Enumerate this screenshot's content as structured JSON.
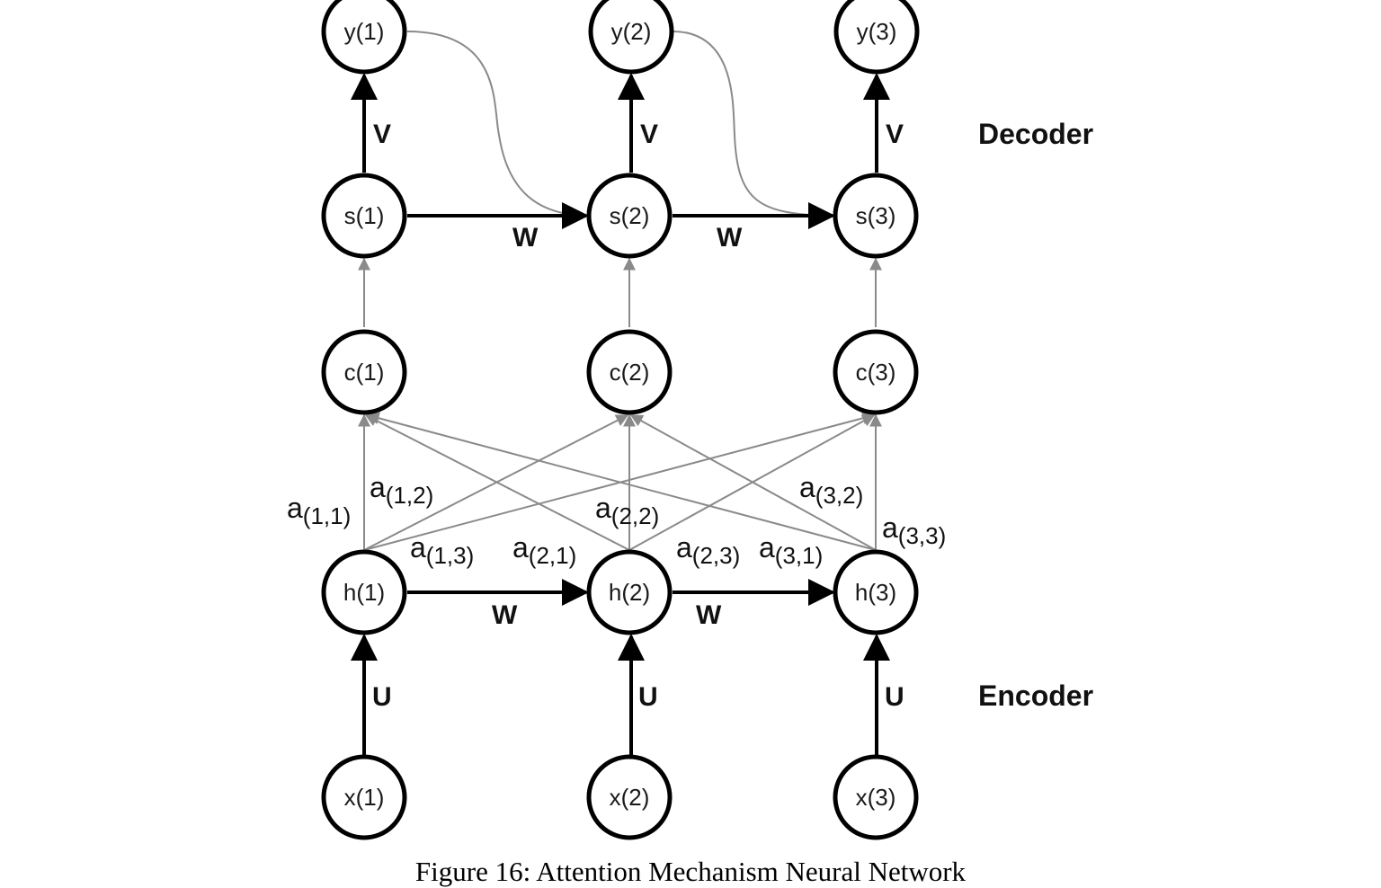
{
  "nodes": {
    "y1": "y(1)",
    "y2": "y(2)",
    "y3": "y(3)",
    "s1": "s(1)",
    "s2": "s(2)",
    "s3": "s(3)",
    "c1": "c(1)",
    "c2": "c(2)",
    "c3": "c(3)",
    "h1": "h(1)",
    "h2": "h(2)",
    "h3": "h(3)",
    "x1": "x(1)",
    "x2": "x(2)",
    "x3": "x(3)"
  },
  "weights": {
    "V": "V",
    "W": "W",
    "U": "U"
  },
  "sections": {
    "decoder": "Decoder",
    "encoder": "Encoder"
  },
  "attention": {
    "a": "a",
    "a11": "(1,1)",
    "a12": "(1,2)",
    "a13": "(1,3)",
    "a21": "(2,1)",
    "a22": "(2,2)",
    "a23": "(2,3)",
    "a31": "(3,1)",
    "a32": "(3,2)",
    "a33": "(3,3)"
  },
  "caption": "Figure 16: Attention Mechanism Neural Network"
}
